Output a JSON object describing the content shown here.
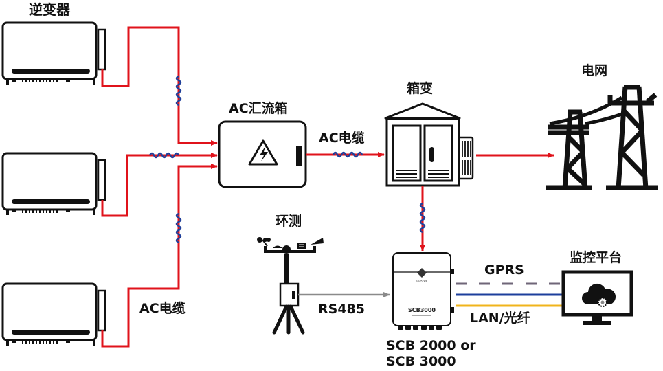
{
  "colors": {
    "ac_line": "#e0131b",
    "coil": "#1f3f9a",
    "rs485": "#8a8a8a",
    "gprs": "#6f6678",
    "lan_blue": "#1d3f9c",
    "lan_yellow": "#f0b41c",
    "outline": "#111111"
  },
  "labels": {
    "inverter": "逆变器",
    "combiner": "AC汇流箱",
    "ac_cable_top": "AC电缆",
    "ac_cable_bottom": "AC电缆",
    "box_transformer": "箱变",
    "grid": "电网",
    "weather_station": "环测",
    "rs485": "RS485",
    "gprs": "GPRS",
    "lan": "LAN/光纤",
    "scb_model_line1": "SCB 2000 or",
    "scb_model_line2": "SCB 3000",
    "scb_device_text": "SCB3000",
    "monitoring_platform": "监控平台"
  },
  "nodes": [
    {
      "id": "inverter-1",
      "type": "inverter"
    },
    {
      "id": "inverter-2",
      "type": "inverter"
    },
    {
      "id": "inverter-3",
      "type": "inverter"
    },
    {
      "id": "ac-combiner",
      "type": "combiner-box"
    },
    {
      "id": "box-transformer",
      "type": "transformer"
    },
    {
      "id": "power-grid",
      "type": "grid"
    },
    {
      "id": "weather-station",
      "type": "sensor"
    },
    {
      "id": "scb-logger",
      "type": "data-logger"
    },
    {
      "id": "monitoring-platform",
      "type": "monitor"
    }
  ],
  "edges": [
    {
      "from": "inverter-1",
      "to": "ac-combiner",
      "kind": "AC电缆"
    },
    {
      "from": "inverter-2",
      "to": "ac-combiner",
      "kind": "AC电缆"
    },
    {
      "from": "inverter-3",
      "to": "ac-combiner",
      "kind": "AC电缆"
    },
    {
      "from": "ac-combiner",
      "to": "box-transformer",
      "kind": "AC电缆"
    },
    {
      "from": "box-transformer",
      "to": "power-grid",
      "kind": "AC"
    },
    {
      "from": "box-transformer",
      "to": "scb-logger",
      "kind": "AC"
    },
    {
      "from": "weather-station",
      "to": "scb-logger",
      "kind": "RS485"
    },
    {
      "from": "scb-logger",
      "to": "monitoring-platform",
      "kind": "GPRS"
    },
    {
      "from": "scb-logger",
      "to": "monitoring-platform",
      "kind": "LAN/光纤"
    }
  ]
}
